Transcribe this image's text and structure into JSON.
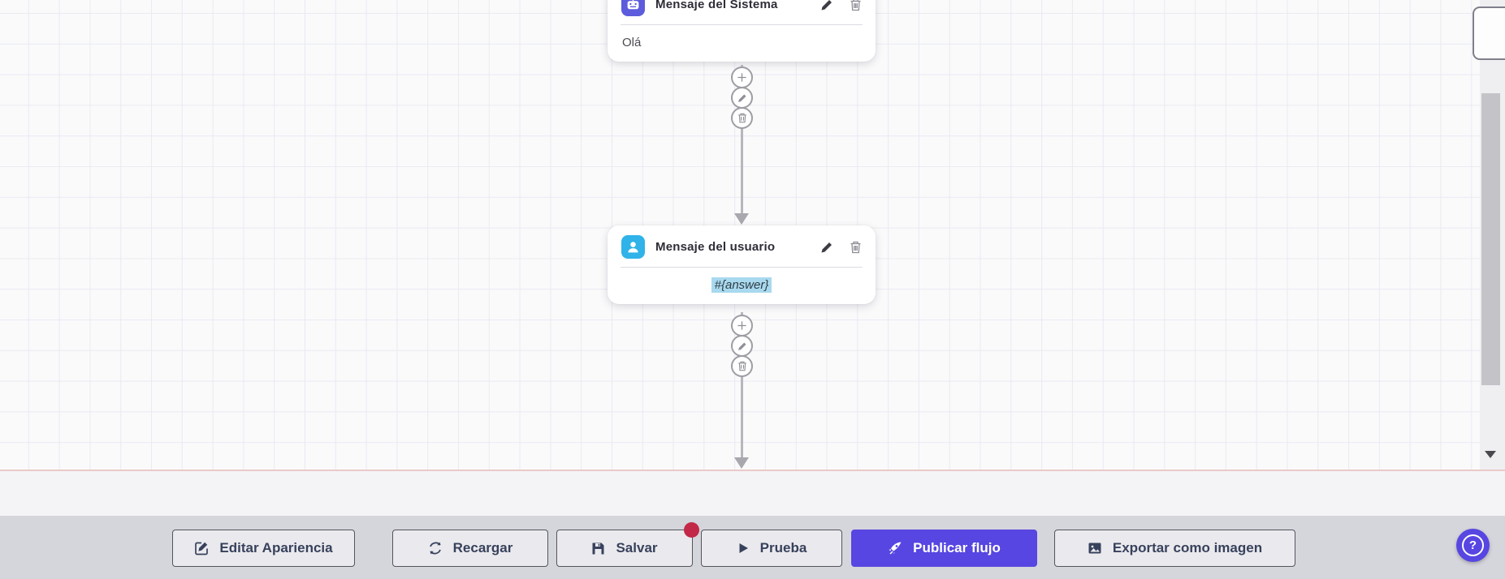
{
  "canvas": {
    "nodes": [
      {
        "title": "Mensaje del Sistema",
        "body": "Olá",
        "icon": "robot-icon",
        "icon_color": "#5c5cdc",
        "actions": {
          "edit": "pencil-icon",
          "delete": "trash-icon"
        }
      },
      {
        "title": "Mensaje del usuario",
        "body": "#{answer}",
        "icon": "user-icon",
        "icon_color": "#2fb3e8",
        "body_highlight_color": "#a9d9ee",
        "actions": {
          "edit": "pencil-icon",
          "delete": "trash-icon"
        }
      }
    ],
    "connector_actions": [
      {
        "icon": "plus-icon"
      },
      {
        "icon": "pencil-icon"
      },
      {
        "icon": "trash-icon"
      }
    ]
  },
  "toolbar": {
    "buttons": [
      {
        "label": "Editar Apariencia",
        "icon": "edit-square-icon"
      },
      {
        "label": "Recargar",
        "icon": "refresh-icon"
      },
      {
        "label": "Salvar",
        "icon": "save-icon",
        "has_badge": true
      },
      {
        "label": "Prueba",
        "icon": "play-icon"
      },
      {
        "label": "Publicar flujo",
        "icon": "rocket-icon",
        "primary": true
      },
      {
        "label": "Exportar como imagen",
        "icon": "image-icon"
      }
    ],
    "badge_color": "#c22847",
    "primary_color": "#5746e1"
  },
  "help": {
    "label": "?"
  }
}
